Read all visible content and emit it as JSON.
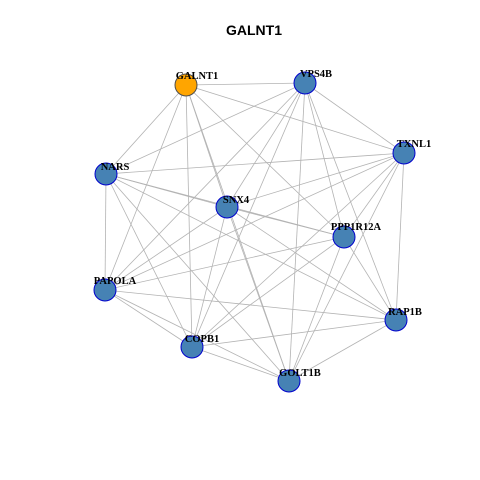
{
  "title": "GALNT1",
  "colors": {
    "highlight_fill": "#FFA500",
    "highlight_stroke": "#4D4D4D",
    "node_fill": "#4682B4",
    "node_stroke": "#0000CD",
    "edge": "#B3B3B3"
  },
  "nodes": [
    {
      "id": "GALNT1",
      "label": "GALNT1",
      "highlight": true
    },
    {
      "id": "VPS4B",
      "label": "VPS4B",
      "highlight": false
    },
    {
      "id": "TXNL1",
      "label": "TXNL1",
      "highlight": false
    },
    {
      "id": "NARS",
      "label": "NARS",
      "highlight": false
    },
    {
      "id": "SNX4",
      "label": "SNX4",
      "highlight": false
    },
    {
      "id": "PPP1R12A",
      "label": "PPP1R12A",
      "highlight": false
    },
    {
      "id": "PAPOLA",
      "label": "PAPOLA",
      "highlight": false
    },
    {
      "id": "RAP1B",
      "label": "RAP1B",
      "highlight": false
    },
    {
      "id": "COPB1",
      "label": "COPB1",
      "highlight": false
    },
    {
      "id": "GOLT1B",
      "label": "GOLT1B",
      "highlight": false
    }
  ],
  "edges": [
    [
      "GALNT1",
      "VPS4B"
    ],
    [
      "GALNT1",
      "TXNL1"
    ],
    [
      "GALNT1",
      "NARS"
    ],
    [
      "GALNT1",
      "SNX4"
    ],
    [
      "GALNT1",
      "PPP1R12A"
    ],
    [
      "GALNT1",
      "PAPOLA"
    ],
    [
      "GALNT1",
      "COPB1"
    ],
    [
      "GALNT1",
      "GOLT1B"
    ],
    [
      "VPS4B",
      "TXNL1"
    ],
    [
      "VPS4B",
      "NARS"
    ],
    [
      "VPS4B",
      "SNX4"
    ],
    [
      "VPS4B",
      "PPP1R12A"
    ],
    [
      "VPS4B",
      "PAPOLA"
    ],
    [
      "VPS4B",
      "RAP1B"
    ],
    [
      "VPS4B",
      "COPB1"
    ],
    [
      "VPS4B",
      "GOLT1B"
    ],
    [
      "TXNL1",
      "NARS"
    ],
    [
      "TXNL1",
      "SNX4"
    ],
    [
      "TXNL1",
      "PPP1R12A"
    ],
    [
      "TXNL1",
      "PAPOLA"
    ],
    [
      "TXNL1",
      "RAP1B"
    ],
    [
      "TXNL1",
      "COPB1"
    ],
    [
      "TXNL1",
      "GOLT1B"
    ],
    [
      "NARS",
      "SNX4"
    ],
    [
      "NARS",
      "PPP1R12A"
    ],
    [
      "NARS",
      "PAPOLA"
    ],
    [
      "NARS",
      "RAP1B"
    ],
    [
      "NARS",
      "COPB1"
    ],
    [
      "NARS",
      "GOLT1B"
    ],
    [
      "SNX4",
      "PPP1R12A"
    ],
    [
      "SNX4",
      "PAPOLA"
    ],
    [
      "SNX4",
      "RAP1B"
    ],
    [
      "SNX4",
      "COPB1"
    ],
    [
      "SNX4",
      "GOLT1B"
    ],
    [
      "PPP1R12A",
      "PAPOLA"
    ],
    [
      "PPP1R12A",
      "RAP1B"
    ],
    [
      "PPP1R12A",
      "COPB1"
    ],
    [
      "PPP1R12A",
      "GOLT1B"
    ],
    [
      "PAPOLA",
      "RAP1B"
    ],
    [
      "PAPOLA",
      "COPB1"
    ],
    [
      "PAPOLA",
      "GOLT1B"
    ],
    [
      "RAP1B",
      "COPB1"
    ],
    [
      "RAP1B",
      "GOLT1B"
    ],
    [
      "COPB1",
      "GOLT1B"
    ]
  ]
}
